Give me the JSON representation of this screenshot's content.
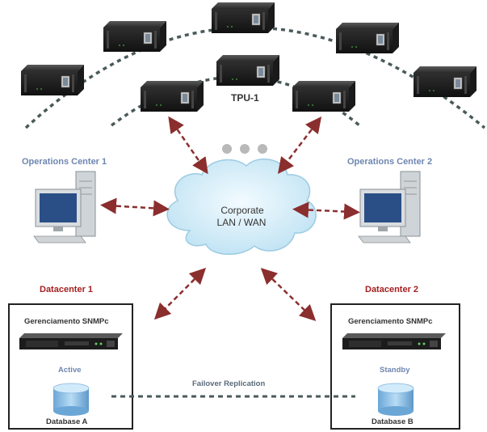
{
  "colors": {
    "accent_blue": "#6e86b0",
    "datacenter_red": "#a62020",
    "arrow": "#8b2e2e",
    "arc_dash": "#4a5a5a",
    "cloud_fill": "#d4ecf7",
    "db_fill": "#8cc0e6"
  },
  "labels": {
    "tpu": "TPU-1",
    "ops1": "Operations Center 1",
    "ops2": "Operations Center 2",
    "cloud_line1": "Corporate",
    "cloud_line2": "LAN / WAN",
    "dc1": "Datacenter 1",
    "dc2": "Datacenter 2",
    "snmp1": "Gerenciamento SNMPc",
    "snmp2": "Gerenciamento SNMPc",
    "active": "Active",
    "standby": "Standby",
    "dbA": "Database A",
    "dbB": "Database B",
    "failover": "Failover Replication"
  },
  "icons": {
    "tpu_device": "rack-device-icon",
    "workstation": "workstation-icon",
    "server_1u": "rack-server-icon",
    "database": "database-cylinder-icon",
    "cloud": "cloud-icon",
    "dots": "ellipsis-dots-icon"
  }
}
